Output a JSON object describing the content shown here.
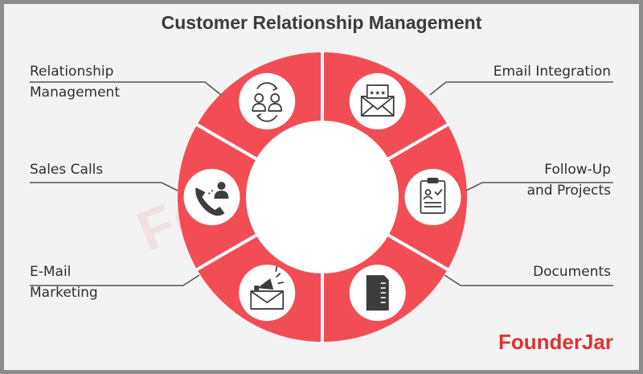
{
  "title": "Customer Relationship Management",
  "brand": "FounderJar",
  "watermark": "FounderJar",
  "colors": {
    "ring": "#f24d54",
    "line": "#555555",
    "circle": "#ffffff"
  },
  "segments": [
    {
      "id": "relationship-management",
      "label_lines": [
        "Relationship",
        "Management"
      ],
      "icon": "two-people-exchange-icon"
    },
    {
      "id": "email-integration",
      "label_lines": [
        "Email Integration"
      ],
      "icon": "envelope-stars-icon"
    },
    {
      "id": "follow-up-projects",
      "label_lines": [
        "Follow-Up",
        "and Projects"
      ],
      "icon": "clipboard-profile-icon"
    },
    {
      "id": "documents",
      "label_lines": [
        "Documents"
      ],
      "icon": "document-icon"
    },
    {
      "id": "email-marketing",
      "label_lines": [
        "E-Mail",
        "Marketing"
      ],
      "icon": "envelope-megaphone-icon"
    },
    {
      "id": "sales-calls",
      "label_lines": [
        "Sales Calls"
      ],
      "icon": "phone-person-icon"
    }
  ]
}
